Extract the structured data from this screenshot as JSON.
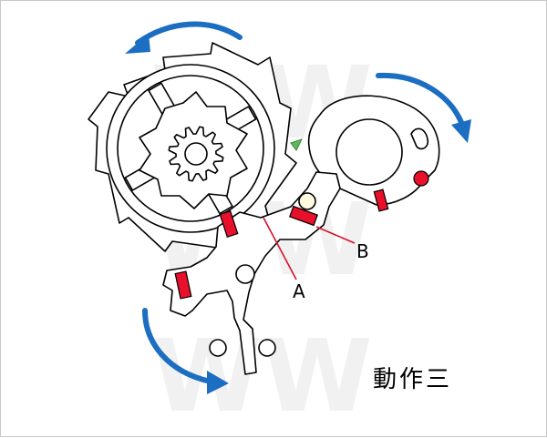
{
  "labels": {
    "a": "A",
    "b": "B"
  },
  "caption": "動作三",
  "colors": {
    "arrow": "#1b6ec2",
    "jewel": "#e8102a",
    "leader": "#d8102a",
    "outline": "#000000",
    "accent_green": "#5cb85c"
  }
}
